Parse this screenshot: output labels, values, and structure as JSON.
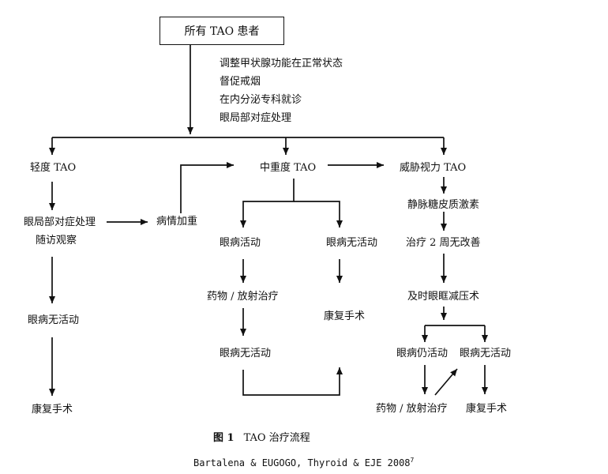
{
  "top_box": "所有 TAO 患者",
  "general_measures": [
    "调整甲状腺功能在正常状态",
    "督促戒烟",
    "在内分泌专科就诊",
    "眼局部对症处理"
  ],
  "mild": {
    "title": "轻度 TAO",
    "treatment_line1": "眼局部对症处理",
    "treatment_line2": "随访观察",
    "inactive": "眼病无活动",
    "surgery": "康复手术",
    "worsening": "病情加重"
  },
  "moderate": {
    "title": "中重度 TAO",
    "active": "眼病活动",
    "drug": "药物 / 放射治疗",
    "inactive_after": "眼病无活动",
    "inactive": "眼病无活动",
    "surgery": "康复手术"
  },
  "sight": {
    "title": "威胁视力 TAO",
    "steroid": "静脉糖皮质激素",
    "no_improve": "治疗 2 周无改善",
    "decompression": "及时眼眶减压术",
    "still_active": "眼病仍活动",
    "inactive": "眼病无活动",
    "drug": "药物 / 放射治疗",
    "surgery": "康复手术"
  },
  "caption": {
    "num": "图 1",
    "text": "TAO 治疗流程"
  },
  "source": "Bartalena & EUGOGO, Thyroid & EJE 2008",
  "source_sup": "7"
}
